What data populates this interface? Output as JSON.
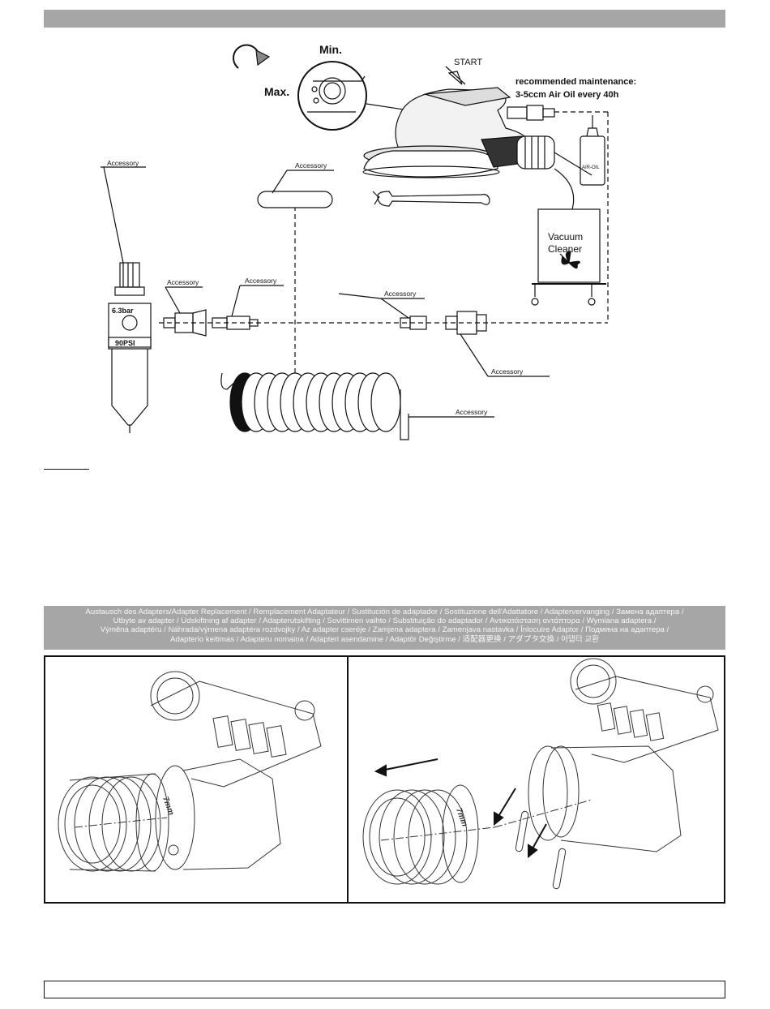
{
  "diagram": {
    "min_label": "Min.",
    "max_label": "Max.",
    "start_label": "START",
    "maintenance_line1": "recommended maintenance:",
    "maintenance_line2": "3-5ccm Air Oil every 40h",
    "accessory_label": "Accessory",
    "pressure_bar": "6.3bar",
    "pressure_psi": "90PSI",
    "vacuum_line1": "Vacuum",
    "vacuum_line2": "Cleaner",
    "air_oil_label": "AIR-OIL"
  },
  "banner": {
    "line1": "Austausch des Adapters/Adapter Replacement / Remplacement Adaptateur / Sustitución de adaptador / Sostituzione dell'Adattatore / Adaptervervanging / Замена адаптера /",
    "line2": "Utbyte av adapter / Udskiftning af adapter / Adapterutskifting / Sovittimen vaihto / Substituição do adaptador / Αντικατάσταση αντάπτορα / Wymiana adaptera /",
    "line3": "Výměna adaptéru / Náhrada/výmena adaptéra  rozdvojky / Az adapter cseréje / Zamjena adaptera / Zamenjava nastavka / Înlocuire Adaptor / Подмяна на адаптера /",
    "line4": "Adapterio keitimas / Adapteru nomaiņa / Adapteri asendamine / Adaptör Değiştirme / 适配器更换 / アダプタ交換 / 어댑터 교환"
  },
  "panels": {
    "nut_text": "7mm"
  }
}
